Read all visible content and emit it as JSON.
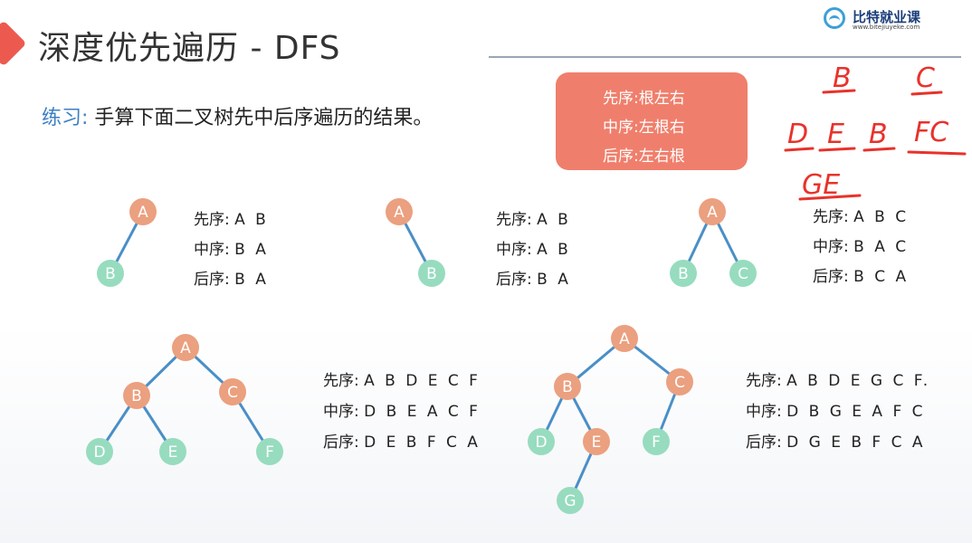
{
  "title": "深度优先遍历 - DFS",
  "logo": {
    "name": "比特就业课",
    "url": "www.bitejiuyeke.com"
  },
  "exercise": {
    "label": "练习:",
    "text": "手算下面二叉树先中后序遍历的结果。"
  },
  "legend": [
    {
      "name": "先序:",
      "order": "根左右"
    },
    {
      "name": "中序:",
      "order": "左根右"
    },
    {
      "name": "后序:",
      "order": "左右根"
    }
  ],
  "colors": {
    "root_node": "#eba07f",
    "child_node": "#97dcbf",
    "edge": "#4a8fc7",
    "legend_bg": "#ef7f6c",
    "ink": "#e8322b"
  },
  "trees": [
    {
      "id": "t1",
      "nodes": [
        {
          "label": "A",
          "type": "root"
        },
        {
          "label": "B",
          "type": "leaf"
        }
      ],
      "edges": [
        [
          "A",
          "B"
        ]
      ],
      "traversals": {
        "pre": {
          "name": "先序:",
          "seq": "A B"
        },
        "in": {
          "name": "中序:",
          "seq": "B A"
        },
        "post": {
          "name": "后序:",
          "seq": "B A"
        }
      }
    },
    {
      "id": "t2",
      "nodes": [
        {
          "label": "A",
          "type": "root"
        },
        {
          "label": "B",
          "type": "leaf"
        }
      ],
      "edges": [
        [
          "A",
          "B"
        ]
      ],
      "traversals": {
        "pre": {
          "name": "先序:",
          "seq": "A B"
        },
        "in": {
          "name": "中序:",
          "seq": "A B"
        },
        "post": {
          "name": "后序:",
          "seq": "B A"
        }
      }
    },
    {
      "id": "t3",
      "nodes": [
        {
          "label": "A",
          "type": "root"
        },
        {
          "label": "B",
          "type": "leaf"
        },
        {
          "label": "C",
          "type": "leaf"
        }
      ],
      "edges": [
        [
          "A",
          "B"
        ],
        [
          "A",
          "C"
        ]
      ],
      "traversals": {
        "pre": {
          "name": "先序:",
          "seq": "A B C"
        },
        "in": {
          "name": "中序:",
          "seq": "B A C"
        },
        "post": {
          "name": "后序:",
          "seq": "B C A"
        }
      }
    },
    {
      "id": "t4",
      "nodes": [
        {
          "label": "A",
          "type": "root"
        },
        {
          "label": "B",
          "type": "root"
        },
        {
          "label": "C",
          "type": "root"
        },
        {
          "label": "D",
          "type": "leaf"
        },
        {
          "label": "E",
          "type": "leaf"
        },
        {
          "label": "F",
          "type": "leaf"
        }
      ],
      "edges": [
        [
          "A",
          "B"
        ],
        [
          "A",
          "C"
        ],
        [
          "B",
          "D"
        ],
        [
          "B",
          "E"
        ],
        [
          "C",
          "F"
        ]
      ],
      "traversals": {
        "pre": {
          "name": "先序:",
          "seq": "A B D E C F"
        },
        "in": {
          "name": "中序:",
          "seq": "D B E A C F"
        },
        "post": {
          "name": "后序:",
          "seq": "D E B F C A"
        }
      }
    },
    {
      "id": "t5",
      "nodes": [
        {
          "label": "A",
          "type": "root"
        },
        {
          "label": "B",
          "type": "root"
        },
        {
          "label": "C",
          "type": "root"
        },
        {
          "label": "D",
          "type": "leaf"
        },
        {
          "label": "E",
          "type": "root"
        },
        {
          "label": "F",
          "type": "leaf"
        },
        {
          "label": "G",
          "type": "leaf"
        }
      ],
      "edges": [
        [
          "A",
          "B"
        ],
        [
          "A",
          "C"
        ],
        [
          "B",
          "D"
        ],
        [
          "B",
          "E"
        ],
        [
          "C",
          "F"
        ],
        [
          "E",
          "G"
        ]
      ],
      "traversals": {
        "pre": {
          "name": "先序:",
          "seq": "A B D E G C F."
        },
        "in": {
          "name": "中序:",
          "seq": "D B G E A F C"
        },
        "post": {
          "name": "后序:",
          "seq": "D G E B F C A"
        }
      }
    }
  ],
  "handwriting": [
    "B",
    "C",
    "D",
    "E",
    "B",
    "FC",
    "GE"
  ]
}
